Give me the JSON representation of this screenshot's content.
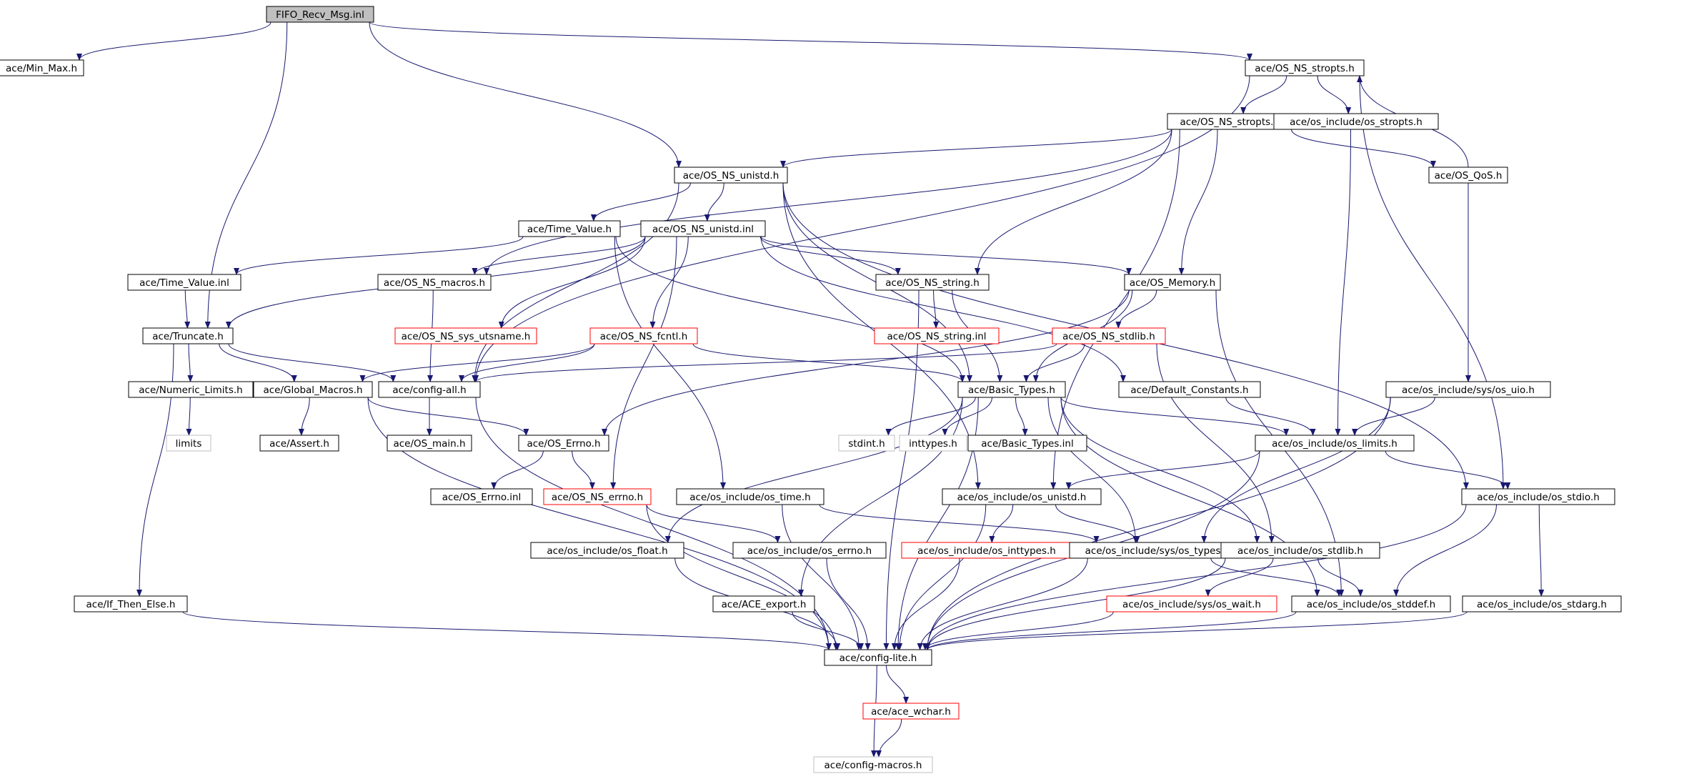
{
  "title": "",
  "colors": {
    "edge": "#191970",
    "normal_border": "#000000",
    "missing_border": "#ff0000",
    "system_border": "#bfbfbf",
    "root_fill": "#bfbfbf"
  },
  "legend": [],
  "nodes": [
    {
      "id": "root",
      "label": "FIFO_Recv_Msg.inl",
      "kind": "root"
    },
    {
      "id": "minmax",
      "label": "ace/Min_Max.h",
      "kind": "normal"
    },
    {
      "id": "stropts_h",
      "label": "ace/OS_NS_stropts.h",
      "kind": "normal"
    },
    {
      "id": "stropts_inl",
      "label": "ace/OS_NS_stropts.inl",
      "kind": "normal"
    },
    {
      "id": "os_stropts",
      "label": "ace/os_include/os_stropts.h",
      "kind": "normal"
    },
    {
      "id": "qos",
      "label": "ace/OS_QoS.h",
      "kind": "normal"
    },
    {
      "id": "unistd_h",
      "label": "ace/OS_NS_unistd.h",
      "kind": "normal"
    },
    {
      "id": "timevalue_h",
      "label": "ace/Time_Value.h",
      "kind": "normal"
    },
    {
      "id": "unistd_inl",
      "label": "ace/OS_NS_unistd.inl",
      "kind": "normal"
    },
    {
      "id": "timevalue_inl",
      "label": "ace/Time_Value.inl",
      "kind": "normal"
    },
    {
      "id": "macros",
      "label": "ace/OS_NS_macros.h",
      "kind": "normal"
    },
    {
      "id": "string_h",
      "label": "ace/OS_NS_string.h",
      "kind": "normal"
    },
    {
      "id": "memory",
      "label": "ace/OS_Memory.h",
      "kind": "normal"
    },
    {
      "id": "truncate",
      "label": "ace/Truncate.h",
      "kind": "normal"
    },
    {
      "id": "utsname",
      "label": "ace/OS_NS_sys_utsname.h",
      "kind": "missing"
    },
    {
      "id": "fcntl",
      "label": "ace/OS_NS_fcntl.h",
      "kind": "missing"
    },
    {
      "id": "string_inl",
      "label": "ace/OS_NS_string.inl",
      "kind": "missing"
    },
    {
      "id": "stdlib",
      "label": "ace/OS_NS_stdlib.h",
      "kind": "missing"
    },
    {
      "id": "numlimits",
      "label": "ace/Numeric_Limits.h",
      "kind": "normal"
    },
    {
      "id": "globalmacros",
      "label": "ace/Global_Macros.h",
      "kind": "normal"
    },
    {
      "id": "configall",
      "label": "ace/config-all.h",
      "kind": "normal"
    },
    {
      "id": "basictypes",
      "label": "ace/Basic_Types.h",
      "kind": "normal"
    },
    {
      "id": "defconst",
      "label": "ace/Default_Constants.h",
      "kind": "normal"
    },
    {
      "id": "uio",
      "label": "ace/os_include/sys/os_uio.h",
      "kind": "normal"
    },
    {
      "id": "limits",
      "label": "limits",
      "kind": "system"
    },
    {
      "id": "assert",
      "label": "ace/Assert.h",
      "kind": "normal"
    },
    {
      "id": "osmain",
      "label": "ace/OS_main.h",
      "kind": "normal"
    },
    {
      "id": "oserrno",
      "label": "ace/OS_Errno.h",
      "kind": "normal"
    },
    {
      "id": "stdint",
      "label": "stdint.h",
      "kind": "system"
    },
    {
      "id": "inttypes_sys",
      "label": "inttypes.h",
      "kind": "system"
    },
    {
      "id": "basictypes_inl",
      "label": "ace/Basic_Types.inl",
      "kind": "normal"
    },
    {
      "id": "oslimits",
      "label": "ace/os_include/os_limits.h",
      "kind": "normal"
    },
    {
      "id": "oserrno_inl",
      "label": "ace/OS_Errno.inl",
      "kind": "normal"
    },
    {
      "id": "nserrno",
      "label": "ace/OS_NS_errno.h",
      "kind": "missing"
    },
    {
      "id": "ostime",
      "label": "ace/os_include/os_time.h",
      "kind": "normal"
    },
    {
      "id": "osunistd",
      "label": "ace/os_include/os_unistd.h",
      "kind": "normal"
    },
    {
      "id": "osstdio",
      "label": "ace/os_include/os_stdio.h",
      "kind": "normal"
    },
    {
      "id": "osfloat",
      "label": "ace/os_include/os_float.h",
      "kind": "normal"
    },
    {
      "id": "oserrno_h",
      "label": "ace/os_include/os_errno.h",
      "kind": "normal"
    },
    {
      "id": "osinttypes",
      "label": "ace/os_include/os_inttypes.h",
      "kind": "missing"
    },
    {
      "id": "ostypes",
      "label": "ace/os_include/sys/os_types.h",
      "kind": "normal"
    },
    {
      "id": "osstdlib",
      "label": "ace/os_include/os_stdlib.h",
      "kind": "normal"
    },
    {
      "id": "ifthenelse",
      "label": "ace/If_Then_Else.h",
      "kind": "normal"
    },
    {
      "id": "aceexport",
      "label": "ace/ACE_export.h",
      "kind": "normal"
    },
    {
      "id": "oswait",
      "label": "ace/os_include/sys/os_wait.h",
      "kind": "missing"
    },
    {
      "id": "osstddef",
      "label": "ace/os_include/os_stddef.h",
      "kind": "normal"
    },
    {
      "id": "osstdarg",
      "label": "ace/os_include/os_stdarg.h",
      "kind": "normal"
    },
    {
      "id": "configlite",
      "label": "ace/config-lite.h",
      "kind": "normal"
    },
    {
      "id": "acewchar",
      "label": "ace/ace_wchar.h",
      "kind": "missing"
    },
    {
      "id": "configmacros",
      "label": "ace/config-macros.h",
      "kind": "system"
    }
  ],
  "edges": [
    [
      "root",
      "minmax"
    ],
    [
      "root",
      "stropts_h"
    ],
    [
      "root",
      "unistd_h"
    ],
    [
      "root",
      "truncate"
    ],
    [
      "stropts_h",
      "stropts_inl"
    ],
    [
      "stropts_h",
      "os_stropts"
    ],
    [
      "stropts_h",
      "configall"
    ],
    [
      "stropts_h",
      "osstdio"
    ],
    [
      "stropts_inl",
      "unistd_h"
    ],
    [
      "stropts_inl",
      "qos"
    ],
    [
      "stropts_inl",
      "macros"
    ],
    [
      "stropts_inl",
      "string_h"
    ],
    [
      "stropts_inl",
      "memory"
    ],
    [
      "stropts_inl",
      "osunistd"
    ],
    [
      "qos",
      "stropts_h"
    ],
    [
      "qos",
      "uio"
    ],
    [
      "os_stropts",
      "oslimits"
    ],
    [
      "unistd_h",
      "timevalue_h"
    ],
    [
      "unistd_h",
      "unistd_inl"
    ],
    [
      "unistd_h",
      "configall"
    ],
    [
      "unistd_h",
      "basictypes"
    ],
    [
      "unistd_h",
      "osunistd"
    ],
    [
      "unistd_h",
      "osstdio"
    ],
    [
      "timevalue_h",
      "timevalue_inl"
    ],
    [
      "timevalue_h",
      "basictypes"
    ],
    [
      "timevalue_h",
      "ostime"
    ],
    [
      "unistd_inl",
      "macros"
    ],
    [
      "unistd_inl",
      "string_h"
    ],
    [
      "unistd_inl",
      "memory"
    ],
    [
      "unistd_inl",
      "utsname"
    ],
    [
      "unistd_inl",
      "fcntl"
    ],
    [
      "unistd_inl",
      "nserrno"
    ],
    [
      "unistd_inl",
      "defconst"
    ],
    [
      "unistd_inl",
      "truncate"
    ],
    [
      "timevalue_inl",
      "truncate"
    ],
    [
      "macros",
      "configall"
    ],
    [
      "string_h",
      "string_inl"
    ],
    [
      "string_h",
      "basictypes"
    ],
    [
      "string_h",
      "configlite"
    ],
    [
      "memory",
      "stdlib"
    ],
    [
      "memory",
      "basictypes"
    ],
    [
      "memory",
      "oserrno"
    ],
    [
      "memory",
      "osstddef"
    ],
    [
      "truncate",
      "numlimits"
    ],
    [
      "truncate",
      "globalmacros"
    ],
    [
      "truncate",
      "configall"
    ],
    [
      "truncate",
      "ifthenelse"
    ],
    [
      "fcntl",
      "configall"
    ],
    [
      "fcntl",
      "globalmacros"
    ],
    [
      "fcntl",
      "basictypes"
    ],
    [
      "stdlib",
      "basictypes"
    ],
    [
      "stdlib",
      "configall"
    ],
    [
      "stdlib",
      "osstdlib"
    ],
    [
      "numlimits",
      "limits"
    ],
    [
      "globalmacros",
      "assert"
    ],
    [
      "globalmacros",
      "oserrno"
    ],
    [
      "globalmacros",
      "configlite"
    ],
    [
      "configall",
      "osmain"
    ],
    [
      "configall",
      "configlite"
    ],
    [
      "basictypes",
      "stdint"
    ],
    [
      "basictypes",
      "inttypes_sys"
    ],
    [
      "basictypes",
      "basictypes_inl"
    ],
    [
      "basictypes",
      "oslimits"
    ],
    [
      "basictypes",
      "osfloat"
    ],
    [
      "basictypes",
      "ostypes"
    ],
    [
      "basictypes",
      "osstdlib"
    ],
    [
      "basictypes",
      "osstddef"
    ],
    [
      "basictypes",
      "aceexport"
    ],
    [
      "basictypes",
      "configlite"
    ],
    [
      "defconst",
      "oslimits"
    ],
    [
      "uio",
      "oslimits"
    ],
    [
      "uio",
      "ostypes"
    ],
    [
      "uio",
      "configlite"
    ],
    [
      "oserrno",
      "oserrno_inl"
    ],
    [
      "oserrno",
      "nserrno"
    ],
    [
      "oslimits",
      "osunistd"
    ],
    [
      "oslimits",
      "osstdio"
    ],
    [
      "oslimits",
      "configlite"
    ],
    [
      "nserrno",
      "oserrno_h"
    ],
    [
      "nserrno",
      "configlite"
    ],
    [
      "ostime",
      "ostypes"
    ],
    [
      "ostime",
      "configlite"
    ],
    [
      "osunistd",
      "osinttypes"
    ],
    [
      "osunistd",
      "ostypes"
    ],
    [
      "osunistd",
      "configlite"
    ],
    [
      "osstdio",
      "osstdarg"
    ],
    [
      "osstdio",
      "osstddef"
    ],
    [
      "osstdio",
      "configlite"
    ],
    [
      "osfloat",
      "configlite"
    ],
    [
      "oserrno_h",
      "configlite"
    ],
    [
      "osinttypes",
      "configlite"
    ],
    [
      "ostypes",
      "osstddef"
    ],
    [
      "ostypes",
      "configlite"
    ],
    [
      "osstdlib",
      "oswait"
    ],
    [
      "osstdlib",
      "osstddef"
    ],
    [
      "osstdlib",
      "configlite"
    ],
    [
      "ifthenelse",
      "configlite"
    ],
    [
      "aceexport",
      "configlite"
    ],
    [
      "oswait",
      "configlite"
    ],
    [
      "osstddef",
      "configlite"
    ],
    [
      "osstdarg",
      "configlite"
    ],
    [
      "configlite",
      "acewchar"
    ],
    [
      "configlite",
      "configmacros"
    ],
    [
      "acewchar",
      "configmacros"
    ]
  ]
}
